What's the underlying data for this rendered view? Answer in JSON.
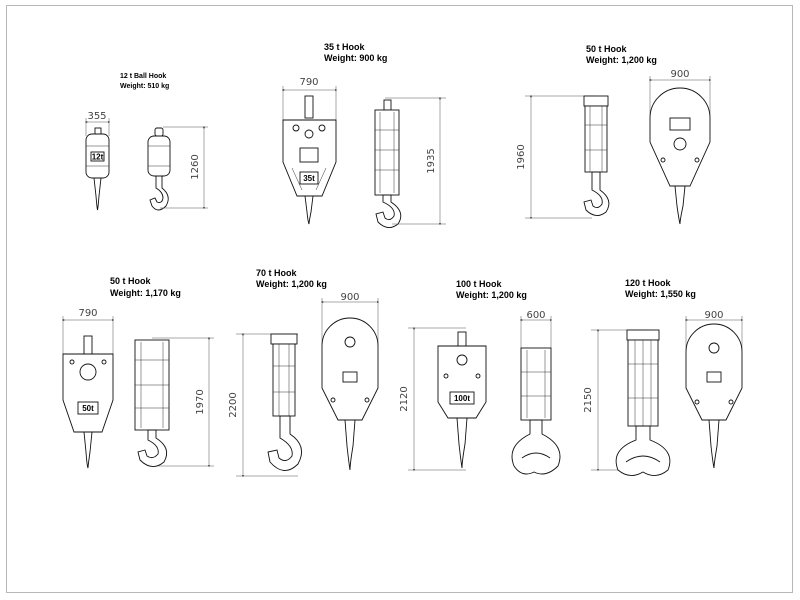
{
  "hooks": [
    {
      "title": "12 t Ball Hook",
      "weight": "Weight: 510 kg",
      "width_dim": "355",
      "height_dim": "1260",
      "capacity_label": "12t"
    },
    {
      "title": "35 t Hook",
      "weight": "Weight: 900 kg",
      "width_dim": "790",
      "height_dim": "1935",
      "capacity_label": "35t"
    },
    {
      "title": "50 t Hook",
      "weight": "Weight: 1,200 kg",
      "width_dim": "900",
      "height_dim": "1960",
      "capacity_label": ""
    },
    {
      "title": "50 t Hook",
      "weight": "Weight: 1,170 kg",
      "width_dim": "790",
      "height_dim": "1970",
      "capacity_label": "50t"
    },
    {
      "title": "70 t Hook",
      "weight": "Weight: 1,200 kg",
      "width_dim": "900",
      "height_dim": "2200",
      "capacity_label": ""
    },
    {
      "title": "100 t Hook",
      "weight": "Weight: 1,200 kg",
      "width_dim": "600",
      "height_dim": "2120",
      "capacity_label": "100t"
    },
    {
      "title": "120 t Hook",
      "weight": "Weight: 1,550 kg",
      "width_dim": "900",
      "height_dim": "2150",
      "capacity_label": ""
    }
  ],
  "colors": {
    "line": "#111111",
    "frame": "#b8b8b8",
    "background": "#ffffff"
  }
}
